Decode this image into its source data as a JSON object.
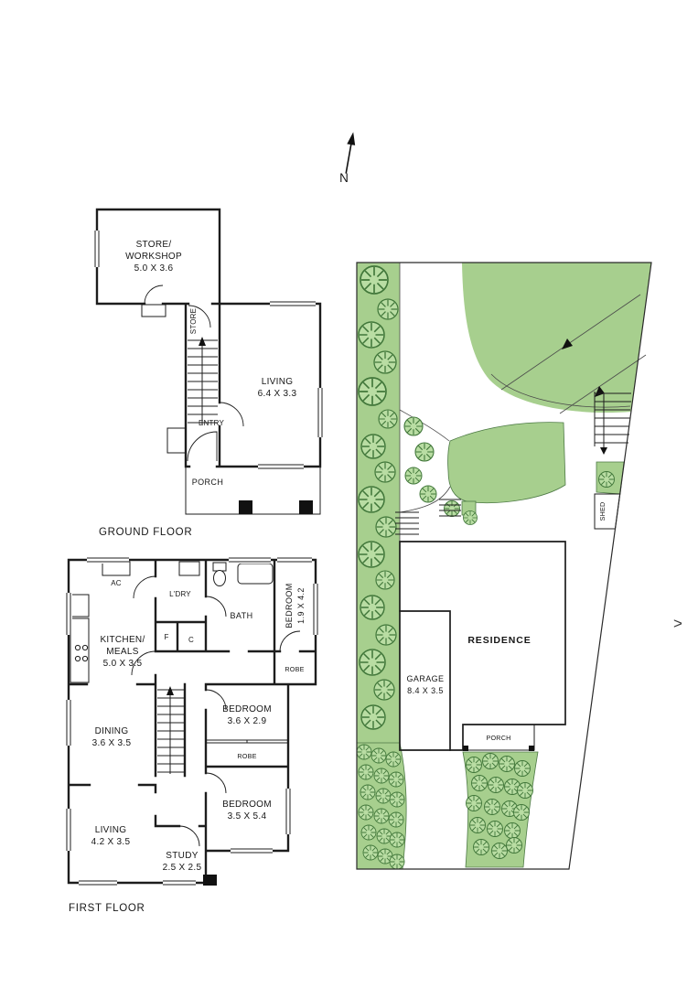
{
  "compass": {
    "label": "N"
  },
  "page": {
    "next_marker": ">"
  },
  "colors": {
    "wall": "#1d1d1d",
    "thin_line": "#2e2e2e",
    "lawn": "#a7cf8e",
    "tree_stroke": "#41773a",
    "tree_fill": "#b9dda3",
    "paper": "#ffffff"
  },
  "ground_floor": {
    "title": "GROUND FLOOR",
    "rooms": {
      "store_workshop": {
        "lines": [
          "STORE/",
          "WORKSHOP",
          "5.0 X 3.6"
        ]
      },
      "store": {
        "label": "STORE"
      },
      "living": {
        "lines": [
          "LIVING",
          "6.4 X 3.3"
        ]
      },
      "entry": {
        "label": "ENTRY"
      },
      "porch": {
        "label": "PORCH"
      }
    }
  },
  "first_floor": {
    "title": "FIRST FLOOR",
    "rooms": {
      "ac": {
        "label": "AC"
      },
      "ldry": {
        "label": "L'DRY"
      },
      "bath": {
        "label": "BATH"
      },
      "bedroom_one": {
        "lines": [
          "BEDROOM",
          "1.9 X 4.2"
        ]
      },
      "kitchen_meals": {
        "lines": [
          "KITCHEN/",
          "MEALS",
          "5.0 X 3.5"
        ]
      },
      "fridge": {
        "label": "F"
      },
      "cupboard": {
        "label": "C"
      },
      "robe_one": {
        "label": "ROBE"
      },
      "dining": {
        "lines": [
          "DINING",
          "3.6 X 3.5"
        ]
      },
      "bedroom_two": {
        "lines": [
          "BEDROOM",
          "3.6 X 2.9"
        ]
      },
      "robe_two": {
        "label": "ROBE"
      },
      "living": {
        "lines": [
          "LIVING",
          "4.2 X 3.5"
        ]
      },
      "bedroom_three": {
        "lines": [
          "BEDROOM",
          "3.5 X 5.4"
        ]
      },
      "study": {
        "lines": [
          "STUDY",
          "2.5 X 2.5"
        ]
      }
    }
  },
  "site_plan": {
    "labels": {
      "residence": "RESIDENCE",
      "garage": {
        "lines": [
          "GARAGE",
          "8.4 X 3.5"
        ]
      },
      "porch": "PORCH",
      "shed": "SHED"
    }
  }
}
